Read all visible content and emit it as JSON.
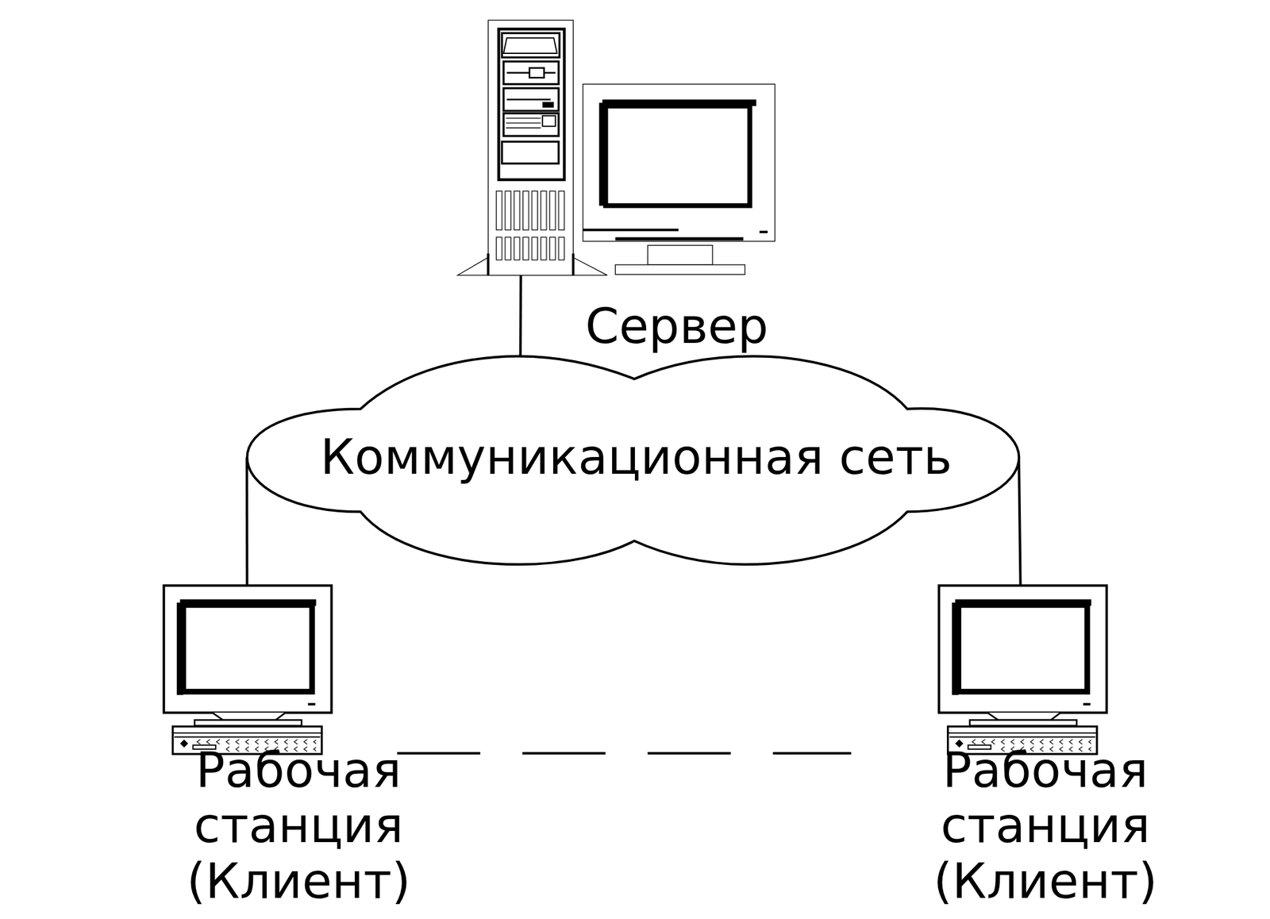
{
  "diagram": {
    "nodes": [
      {
        "text": [
          "Сервер"
        ]
      },
      {
        "text": [
          "Коммуникационная сеть"
        ]
      },
      {
        "text": [
          "Рабочая станция (Клиент)"
        ]
      },
      {
        "text": [
          "Рабочая станция (Клиент)"
        ]
      }
    ],
    "edges": [
      {
        "from": 0,
        "to": 1,
        "arrow": "none"
      },
      {
        "from": 1,
        "to": 2,
        "arrow": "none"
      },
      {
        "from": 1,
        "to": 3,
        "arrow": "none"
      },
      {
        "from": 2,
        "to": 3,
        "arrow": "none"
      }
    ]
  }
}
